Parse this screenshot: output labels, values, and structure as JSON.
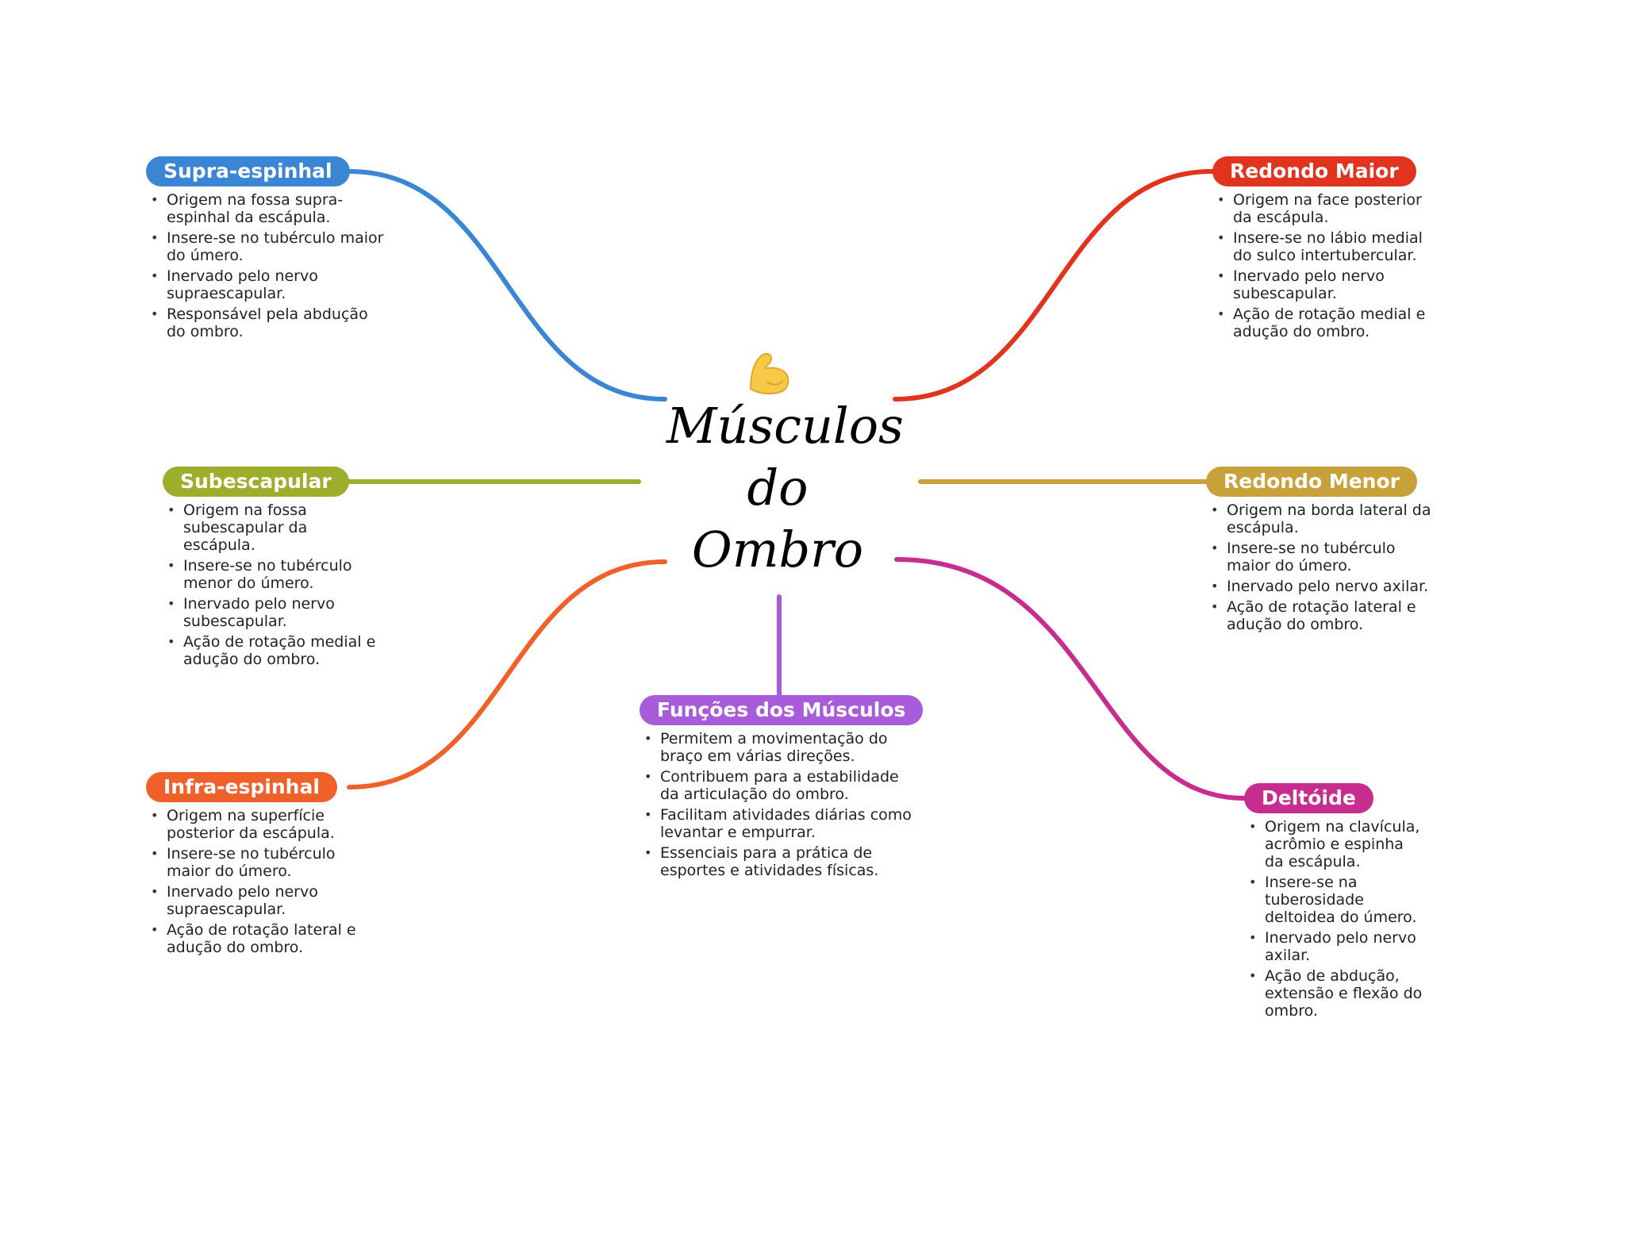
{
  "center": {
    "title_lines": [
      "Músculos",
      "do",
      "Ombro"
    ],
    "icon": "flexed-biceps-icon"
  },
  "branches": {
    "supra_espinhal": {
      "label": "Supra-espinhal",
      "color": "#3A86D4",
      "items": [
        "Origem na fossa supra-espinhal da escápula.",
        "Insere-se no tubérculo maior do úmero.",
        "Inervado pelo nervo supraescapular.",
        "Responsável pela abdução do ombro."
      ]
    },
    "subescapular": {
      "label": "Subescapular",
      "color": "#9DAE2A",
      "items": [
        "Origem na fossa subescapular da escápula.",
        "Insere-se no tubérculo menor do úmero.",
        "Inervado pelo nervo subescapular.",
        "Ação de rotação medial e adução do ombro."
      ]
    },
    "infra_espinhal": {
      "label": "Infra-espinhal",
      "color": "#F0612A",
      "items": [
        "Origem na superfície posterior da escápula.",
        "Insere-se no tubérculo maior do úmero.",
        "Inervado pelo nervo supraescapular.",
        "Ação de rotação lateral e adução do ombro."
      ]
    },
    "funcoes": {
      "label": "Funções dos Músculos",
      "color": "#A85BDB",
      "items": [
        "Permitem a movimentação do braço em várias direções.",
        "Contribuem para a estabilidade da articulação do ombro.",
        "Facilitam atividades diárias como levantar e empurrar.",
        "Essenciais para a prática de esportes e atividades físicas."
      ]
    },
    "redondo_maior": {
      "label": "Redondo Maior",
      "color": "#E2331F",
      "items": [
        "Origem na face posterior da escápula.",
        "Insere-se no lábio medial do sulco intertubercular.",
        "Inervado pelo nervo subescapular.",
        "Ação de rotação medial e adução do ombro."
      ]
    },
    "redondo_menor": {
      "label": "Redondo Menor",
      "color": "#C9A13A",
      "items": [
        "Origem na borda lateral da escápula.",
        "Insere-se no tubérculo maior do úmero.",
        "Inervado pelo nervo axilar.",
        "Ação de rotação lateral e adução do ombro."
      ]
    },
    "deltoide": {
      "label": "Deltóide",
      "color": "#C72D8E",
      "items": [
        "Origem na clavícula, acrômio e espinha da escápula.",
        "Insere-se na tuberosidade deltoidea do úmero.",
        "Inervado pelo nervo axilar.",
        "Ação de abdução, extensão e flexão do ombro."
      ]
    }
  }
}
